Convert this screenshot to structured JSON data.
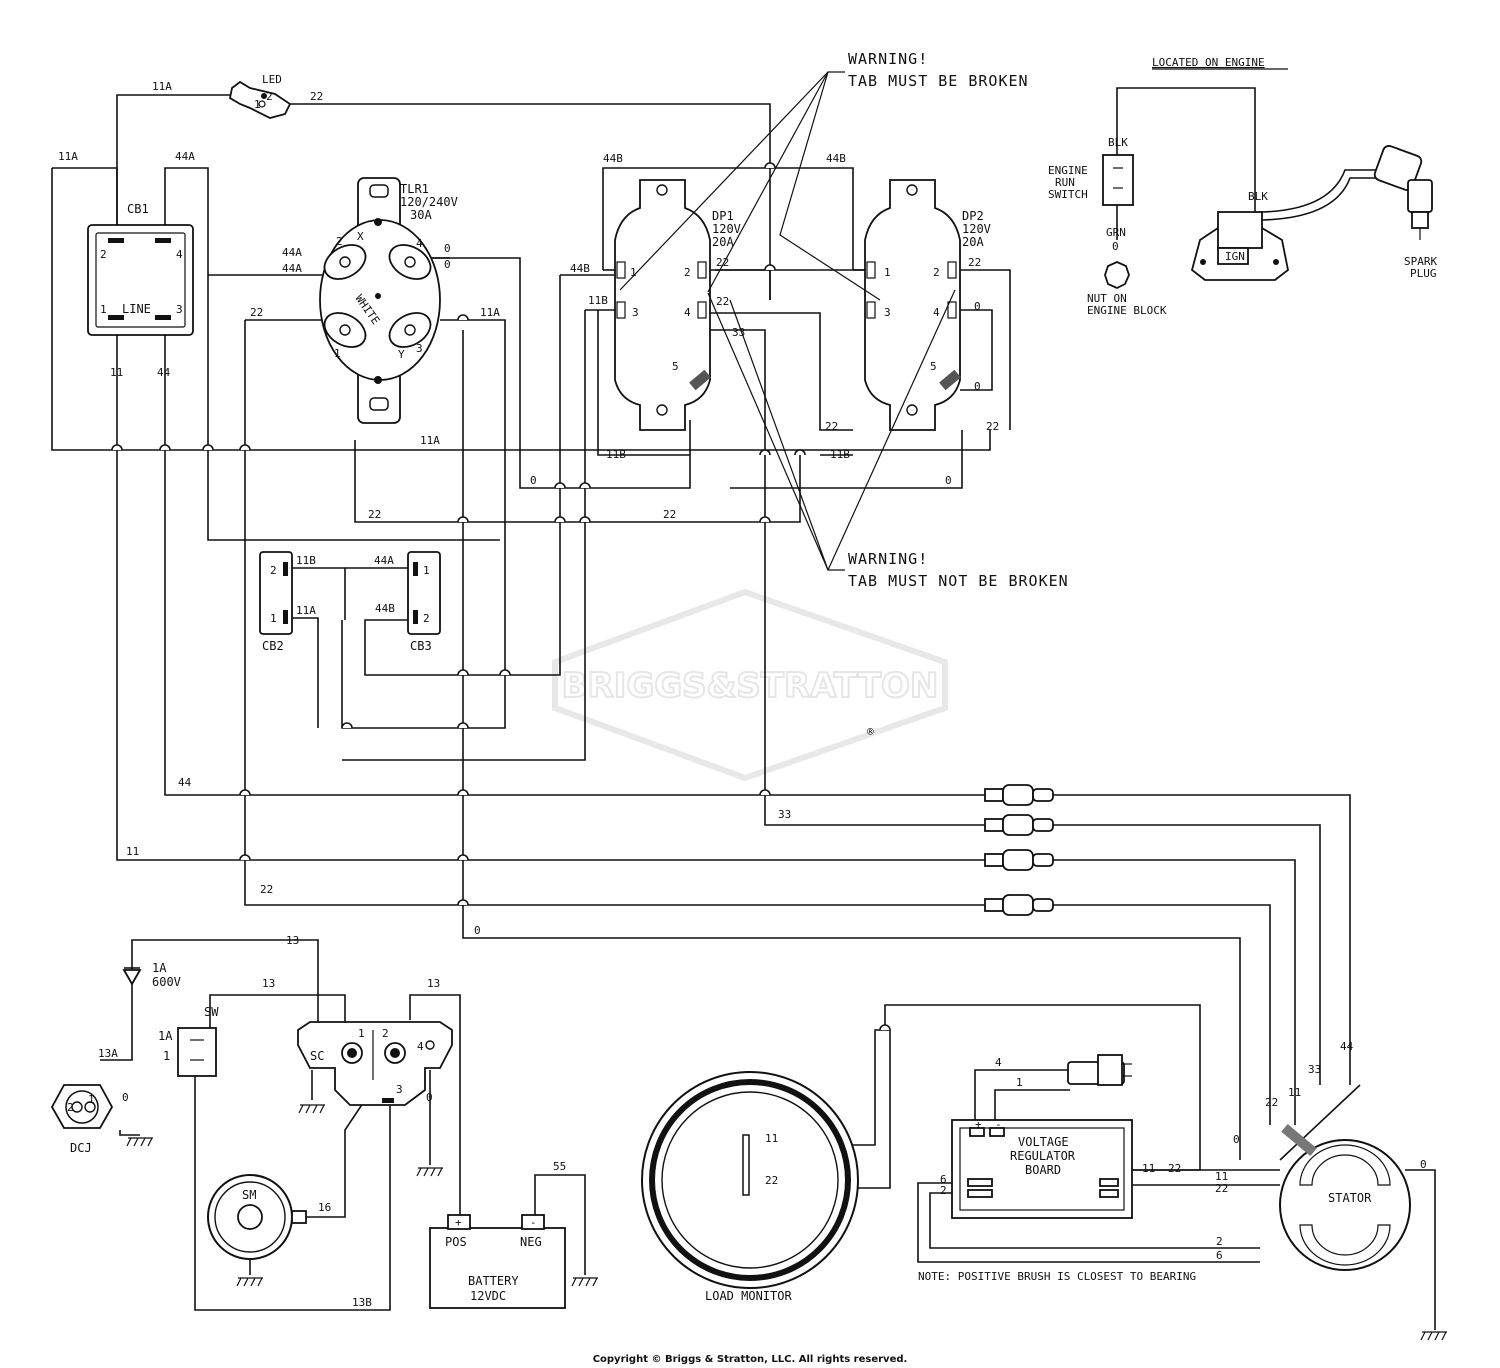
{
  "watermark": {
    "brand": "BRIGGS&STRATTON",
    "registered": "®"
  },
  "warnings": {
    "top": {
      "title": "WARNING!",
      "text": "TAB MUST BE BROKEN"
    },
    "bottom": {
      "title": "WARNING!",
      "text": "TAB MUST NOT BE BROKEN"
    }
  },
  "engine_section": {
    "header": "LOCATED ON ENGINE",
    "blk_top": "BLK",
    "blk_coil": "BLK",
    "switch": [
      "ENGINE",
      "RUN",
      "SWITCH"
    ],
    "grn": "GRN",
    "nut": [
      "NUT ON",
      "ENGINE BLOCK"
    ],
    "ign": "IGN",
    "plug": [
      "SPARK",
      "PLUG"
    ]
  },
  "components": {
    "led": "LED",
    "cb1": {
      "name": "CB1",
      "line": "LINE",
      "t1": "1",
      "t2": "2",
      "t3": "3",
      "t4": "4"
    },
    "tlr1": {
      "name": "TLR1",
      "rating": "120/240V",
      "amps": "30A",
      "white": "WHITE",
      "x": "X",
      "y": "Y",
      "t1": "1",
      "t2": "2",
      "t3": "3",
      "t4": "4"
    },
    "dp1": {
      "name": "DP1",
      "volts": "120V",
      "amps": "20A"
    },
    "dp2": {
      "name": "DP2",
      "volts": "120V",
      "amps": "20A"
    },
    "cb2": "CB2",
    "cb3": "CB3",
    "diode": {
      "rating1": "1A",
      "rating2": "600V"
    },
    "sw": {
      "name": "SW",
      "t1a": "1A",
      "t1": "1"
    },
    "sc": "SC",
    "sm": "SM",
    "dcj": "DCJ",
    "battery": {
      "pos": "POS",
      "neg": "NEG",
      "name": "BATTERY",
      "volts": "12VDC",
      "plus": "+",
      "minus": "-"
    },
    "load_monitor": "LOAD MONITOR",
    "regulator": [
      "VOLTAGE",
      "REGULATOR",
      "BOARD"
    ],
    "stator": "STATOR"
  },
  "note": "NOTE: POSITIVE BRUSH IS CLOSEST TO BEARING",
  "copyright": "Copyright © Briggs & Stratton, LLC. All rights reserved.",
  "wire_labels": {
    "w11A": "11A",
    "w22": "22",
    "w44A": "44A",
    "w44B": "44B",
    "w11B": "11B",
    "w11": "11",
    "w44": "44",
    "w33": "33",
    "w0": "0",
    "w13": "13",
    "w13A": "13A",
    "w13B": "13B",
    "w16": "16",
    "w55": "55",
    "w1": "1",
    "w2": "2",
    "w3": "3",
    "w4": "4",
    "w5": "5",
    "w6": "6"
  }
}
